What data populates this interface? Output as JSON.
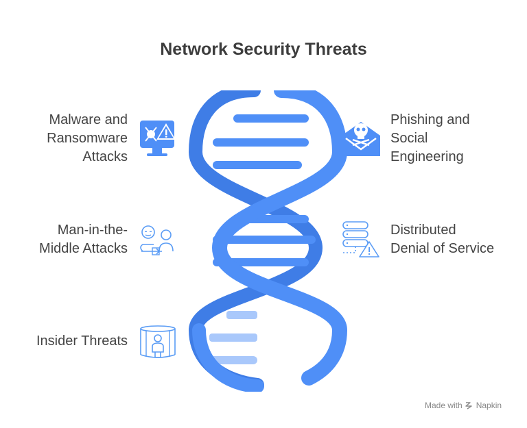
{
  "title": "Network Security Threats",
  "threats": {
    "malware": "Malware and\nRansomware\nAttacks",
    "phishing": "Phishing and\nSocial\nEngineering",
    "mitm": "Man-in-the-\nMiddle Attacks",
    "ddos": "Distributed\nDenial of Service",
    "insider": "Insider Threats"
  },
  "footer": {
    "made_with": "Made with",
    "brand": "Napkin"
  },
  "icons": {
    "malware": "virus-monitor-warning-icon",
    "phishing": "skull-envelope-icon",
    "mitm": "people-intercept-icon",
    "ddos": "server-stack-warning-icon",
    "insider": "person-in-cage-icon"
  },
  "colors": {
    "helix": "#4f8ff7",
    "helix_dark": "#3f7de6",
    "helix_light": "#a9c8fb",
    "filled_icon": "#4f8ff7",
    "outline_icon": "#5a9cf5",
    "text": "#444444",
    "title": "#3d3d3d"
  }
}
